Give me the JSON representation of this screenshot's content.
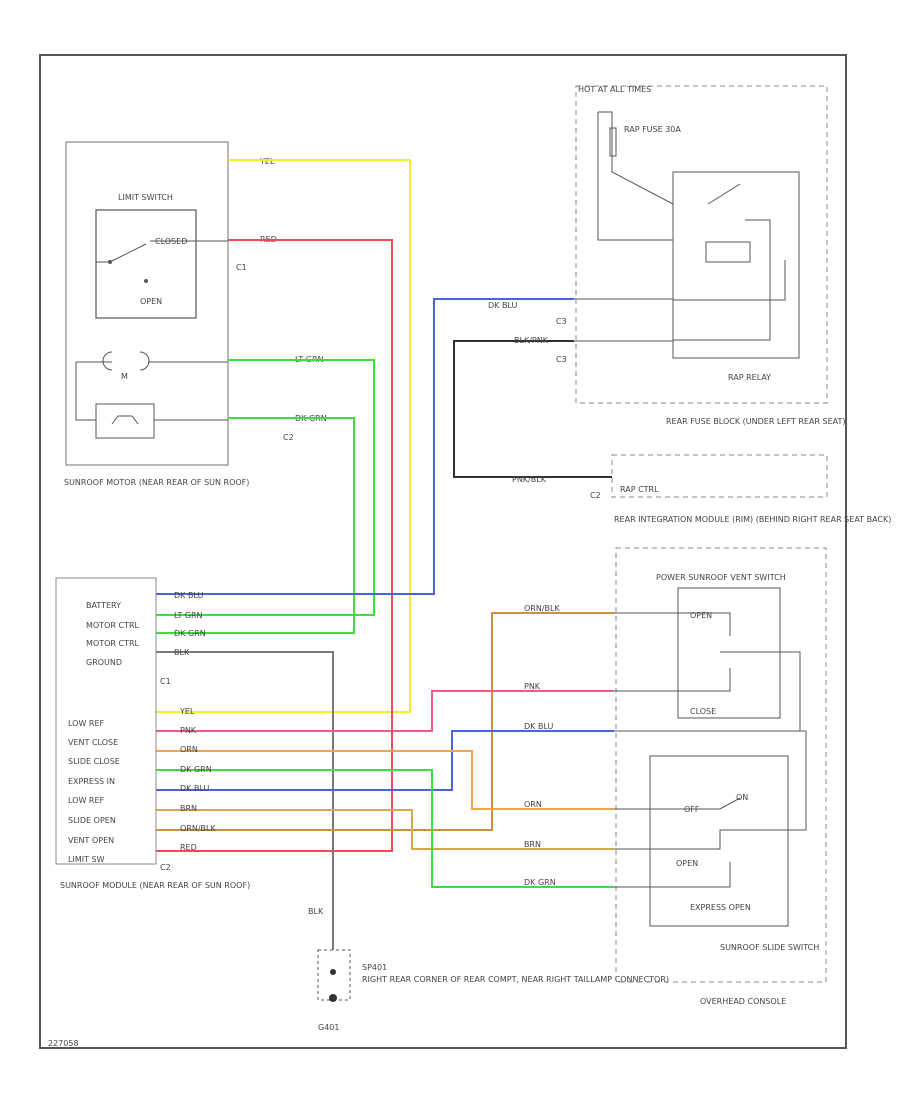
{
  "colors": {
    "yel": "#f2ee2a",
    "red": "#f44a55",
    "grn": "#38e03a",
    "blu": "#4a64e0",
    "blk": "#303030",
    "gray": "#7a7a7a",
    "orn": "#f7a34a",
    "pnk": "#f05a85",
    "tan": "#d6a94a",
    "ornblk": "#c89240",
    "box": "#555555"
  },
  "motor": {
    "label": "SUNROOF MOTOR (NEAR REAR OF SUN ROOF)",
    "limit_switch": "LIMIT SWITCH",
    "closed": "CLOSED",
    "open": "OPEN",
    "motor_symbol": "M",
    "c1": "C1",
    "c2": "C2"
  },
  "wires_motor": {
    "yel": "YEL",
    "red": "RED",
    "lt_grn": "LT GRN",
    "dk_grn": "DK GRN"
  },
  "rap_block": {
    "title": "HOT AT ALL TIMES",
    "fuse": "RAP FUSE 30A",
    "relay": "RAP RELAY",
    "block": "REAR FUSE BLOCK (UNDER LEFT REAR SEAT)",
    "c3": "C3",
    "dk_blu": "DK BLU",
    "blk_pnk": "BLK/PNK"
  },
  "rim": {
    "rap_ctrl": "RAP CTRL",
    "label": "REAR INTEGRATION MODULE (RIM) (BEHIND RIGHT REAR SEAT BACK)",
    "wire": "PNK/BLK",
    "c2": "C2"
  },
  "module": {
    "label": "SUNROOF MODULE (NEAR REAR OF SUN ROOF)",
    "c1": "C1",
    "c2": "C2",
    "pins_c1": [
      "BATTERY",
      "MOTOR CTRL",
      "MOTOR CTRL",
      "GROUND"
    ],
    "pins_c2": [
      "LOW REF",
      "VENT CLOSE",
      "SLIDE CLOSE",
      "EXPRESS IN",
      "LOW REF",
      "SLIDE OPEN",
      "VENT OPEN",
      "LIMIT SW"
    ],
    "wires_c1": [
      "DK BLU",
      "LT GRN",
      "DK GRN",
      "BLK"
    ],
    "wires_c2": [
      "YEL",
      "PNK",
      "ORN",
      "DK GRN",
      "DK BLU",
      "BRN",
      "ORN/BLK",
      "RED"
    ]
  },
  "ground": {
    "label": "BLK",
    "id": "G401",
    "splice": "SP401",
    "location": "RIGHT REAR CORNER OF REAR COMPT, NEAR RIGHT TAILLAMP CONNECTOR)"
  },
  "console": {
    "vent_switch": "POWER SUNROOF VENT SWITCH",
    "open": "OPEN",
    "close": "CLOSE",
    "slide_switch": "SUNROOF SLIDE SWITCH",
    "express": "EXPRESS OPEN",
    "on": "ON",
    "off": "OFF",
    "overhead": "OVERHEAD CONSOLE",
    "wires": [
      "ORN/BLK",
      "PNK",
      "DK BLU",
      "ORN",
      "BRN",
      "DK GRN"
    ]
  },
  "footer": {
    "code": "227058"
  }
}
